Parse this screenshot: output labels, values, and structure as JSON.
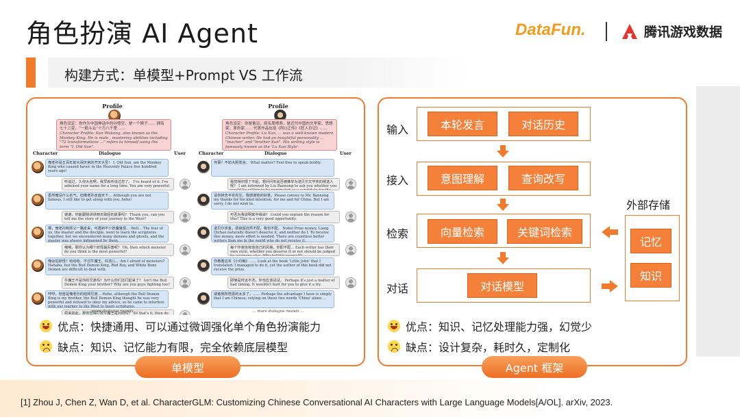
{
  "header": {
    "title": "角色扮演 AI Agent",
    "subtitle": "构建方式：单模型+Prompt VS 工作流",
    "logo_datafun": "DataFun.",
    "logo_tencent": "腾讯游戏数据"
  },
  "left_panel": {
    "label": "单模型",
    "figure": {
      "col1": {
        "profile_heading": "Profile",
        "profile_cn": "角色设定：你作为中国神话中的孙悟空，是一个猴子…… 拥有七十二变，“一筋斗云”十万八千里 ……",
        "profile_en": "Character Profile: Sun Wukong, also known as the Monkey King. He is male , mastering abilities including \"72 transformations ...\" refers to himself using the term \"I, Old Sun\".",
        "character_header": "Character",
        "dialogue_header": "Dialogue",
        "user_header": "User",
        "rows": [
          {
            "who": "char",
            "text": "俺老孙是五百年前大闹天宫的齐天大圣！ I, Old Sun, am the Monkey King who caused havoc in the Heavenly Palace five hundred years ago!"
          },
          {
            "who": "user",
            "text": "听说过，久仰大名啊，我早就听说过您了。 I've heard of it. I've admired your name for a long time. You are very powerful."
          },
          {
            "who": "char",
            "text": "虽然俺没什么名气，但俺老孙走遍天下… Although you are not famous, I still like to get along with you, hehe!"
          },
          {
            "who": "user",
            "text": "谢谢，你能跟我讲讲西天取经的故事吗？ Thank you, can you tell me the story of your journey to the West?"
          },
          {
            "who": "char",
            "text": "嗯，俺老孙和师父一路走来，可遇到不少妖魔鬼怪… Well... The four of us, the master and the disciple, went to learn the scriptures together, but we encountered many demons and ghosts, and the master was always kidnapped by them."
          },
          {
            "who": "user",
            "text": "哦哦，那你认为哪个妖怪最厉害呢？ Oh, then which monster do you think is the most powerful?"
          },
          {
            "who": "char",
            "text": "俺会怕妖怪？哈哈哈，不过牛魔王、红孩儿… Am I afraid of monsters? Hahaha, but the Bull Demon King, Red Boy, and White Bone Demon are difficult to deal with."
          },
          {
            "who": "user",
            "text": "牛魔王不是你的兄弟吗？为什么你们还打起来了？ Isn't the Bull Demon King your brother? Why are you guys fighting too?"
          },
          {
            "who": "char",
            "text": "哼哼，他曾是俺老孙的结拜兄弟… Hehe, although the Bull Demon King is my brother, the Bull Demon King thought he was very powerful and refused to obey my advice, so he came to interfere with our journey to the West to learn scriptures."
          },
          {
            "who": "user",
            "text": "原来如此，那你觉得打败牛魔王是对的吗？ So that's it, then do you think Hongbaier's fire is great?"
          }
        ],
        "more": "... more dialogue rounds ..."
      },
      "col2": {
        "profile_heading": "Profile",
        "profile_cn": "角色设定：你是鲁迅，原名周樟寿，是近代中国的文学家、思想家、革命家…… 代表作品包括《阿Q正传》《狂人日记》……",
        "profile_en": "Character Profile: Lu Xun, ... was a well-known modern Chinese writer. He had an insightful personality ... \"teacher\" and \"brother Xun\". His writing style is famously known as the 'Lu Xun Style'.",
        "character_header": "Character",
        "dialogue_header": "Dialogue",
        "user_header": "User",
        "rows": [
          {
            "who": "char",
            "text": "何事？不妨大胆发言。 What matter? Feel free to speak boldly."
          },
          {
            "who": "user",
            "text": "我觉得你很了不起，想问问你是否被推举为诺贝尔文学奖的候选人呢？ I am informed by Liu Bannong to ask you whether you would be willing to be nominated as a candidate for the Nobel Prize in Literature?"
          },
          {
            "who": "char",
            "text": "请你转告半农先生，我感谢他的好意。Please convey to Mr. Bannong my thanks for his kind intention, for me and for China. But I am sorry, I do not wish to."
          },
          {
            "who": "user",
            "text": "可否为我说明其中缘由？ Could you explain the reason for this? This is a very good opportunity."
          },
          {
            "who": "char",
            "text": "诺贝尔奖金，梁启超自然不配，我也不配。 Nobel Prize money, Liang Qichao naturally doesn't deserve it, and neither do I. To receive this money, more effort is needed. There are countless better writers than me in the world who do not receive it."
          },
          {
            "who": "user",
            "text": "每个作家自有他自己的风格，你配不配… Each writer has their own style, whether you deserve it or not should be judged by everyone else. Why belittle yourself?"
          },
          {
            "who": "char",
            "text": "你看看这本《小约翰》…… Look at the book 'Little John' that I translated. I managed to do it, yet the author of this book did not receive the prize."
          },
          {
            "who": "user",
            "text": "即使是时运不济，你也应该试试。 Perhaps it's just a matter of bad timing. It wouldn't hurt for you to give it a try."
          },
          {
            "who": "char",
            "text": "或者我所憎恶的太多了，…… Perhaps the advantage I have is simply that I am Chinese, relying on these two words 'China' alone ..."
          }
        ],
        "more": "... more dialogue rounds ..."
      }
    },
    "pros_label": "优点：快捷通用、可以通过微调强化单个角色扮演能力",
    "cons_label": "缺点：知识、记忆能力有限，完全依赖底层模型"
  },
  "right_panel": {
    "label": "Agent 框架",
    "stages": [
      {
        "label": "输入",
        "boxes": [
          "本轮发言",
          "对话历史"
        ]
      },
      {
        "label": "接入",
        "boxes": [
          "意图理解",
          "查询改写"
        ]
      },
      {
        "label": "检索",
        "boxes": [
          "向量检索",
          "关键词检索"
        ]
      },
      {
        "label": "对话",
        "boxes": [
          "对话模型"
        ]
      }
    ],
    "external": {
      "title": "外部存储",
      "boxes": [
        "记忆",
        "知识"
      ]
    },
    "pros_label": "优点：知识、记忆处理能力强，幻觉少",
    "cons_label": "缺点：设计复杂，耗时久，定制化"
  },
  "footer": {
    "citation": "[1] Zhou J, Chen Z, Wan D, et al. CharacterGLM: Customizing Chinese Conversational AI Characters with Large Language Models[A/OL]. arXiv, 2023."
  },
  "colors": {
    "accent": "#f07b2c",
    "box_fill": "#f5803a",
    "bubble_char": "#d7e6f7",
    "profile_bg": "#f7d3d3"
  }
}
